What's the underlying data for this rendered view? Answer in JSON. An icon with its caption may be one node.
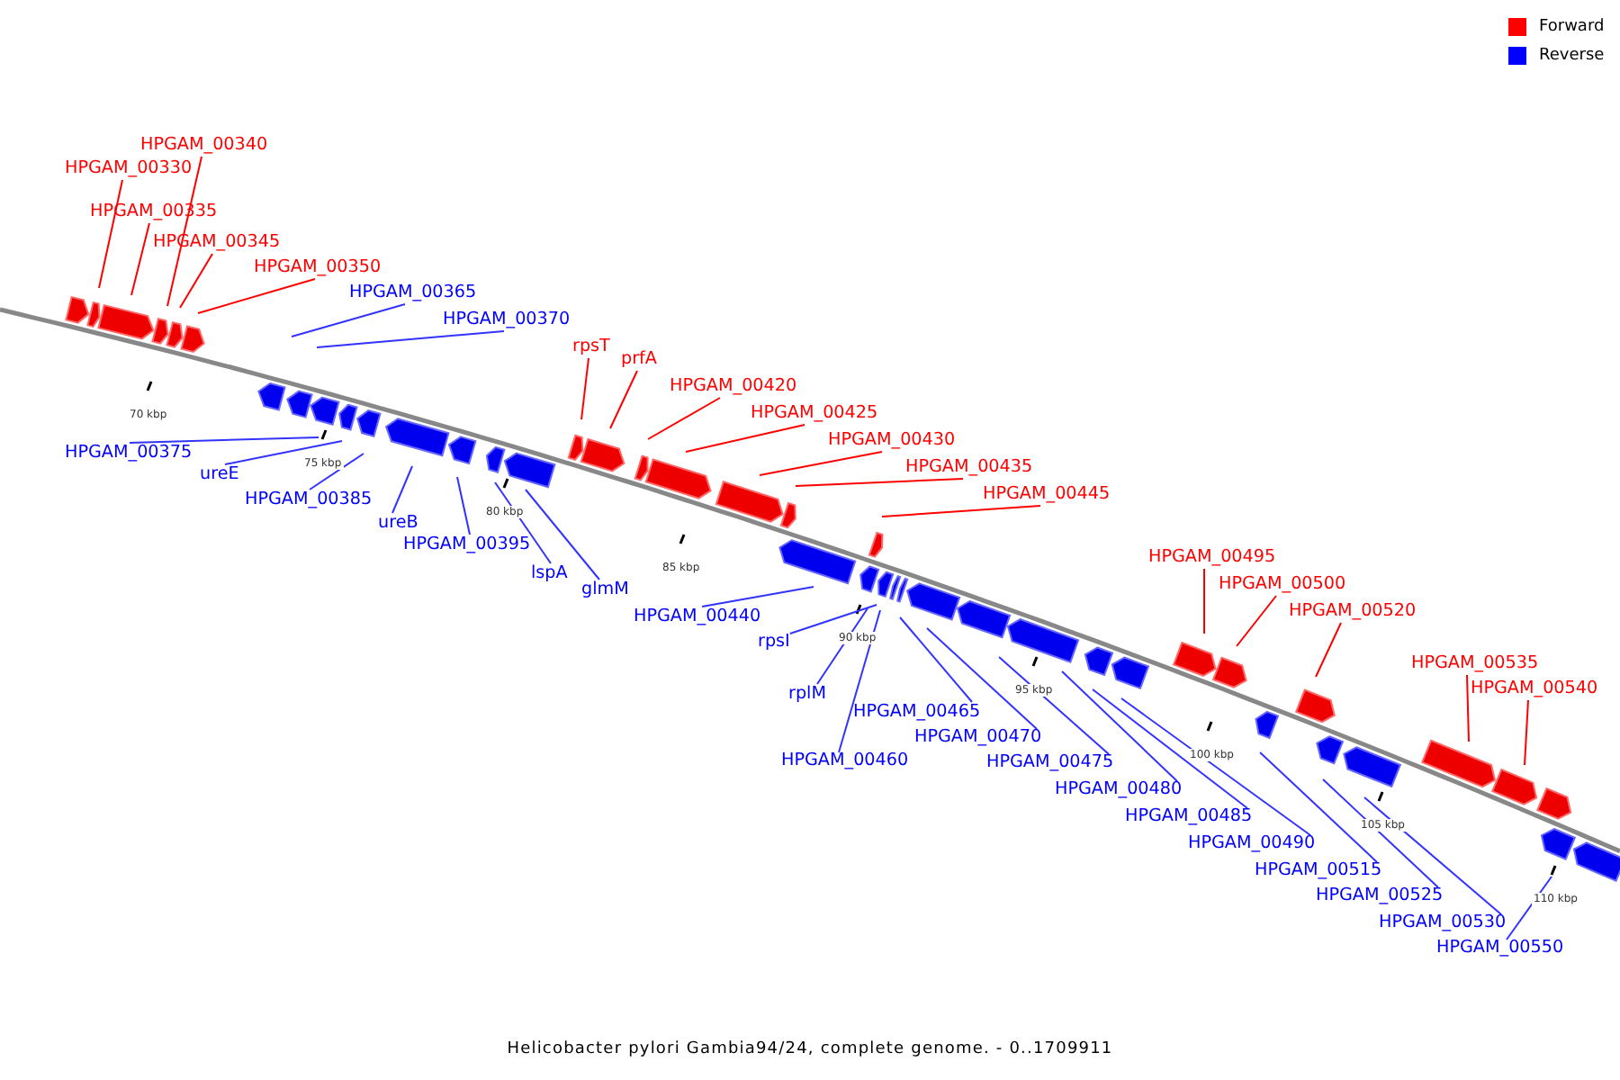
{
  "diagram": {
    "caption": "Helicobacter pylori Gambia94/24, complete genome. - 0..1709911",
    "nodes": [
      {
        "text": [
          "HPGAM_00330"
        ]
      },
      {
        "text": [
          "HPGAM_00340"
        ]
      },
      {
        "text": [
          "HPGAM_00335"
        ]
      },
      {
        "text": [
          "HPGAM_00345"
        ]
      },
      {
        "text": [
          "HPGAM_00350"
        ]
      },
      {
        "text": [
          "HPGAM_00365"
        ]
      },
      {
        "text": [
          "HPGAM_00370"
        ]
      },
      {
        "text": [
          "rpsT"
        ]
      },
      {
        "text": [
          "prfA"
        ]
      },
      {
        "text": [
          "HPGAM_00420"
        ]
      },
      {
        "text": [
          "HPGAM_00425"
        ]
      },
      {
        "text": [
          "HPGAM_00430"
        ]
      },
      {
        "text": [
          "HPGAM_00435"
        ]
      },
      {
        "text": [
          "HPGAM_00445"
        ]
      },
      {
        "text": [
          "HPGAM_00375"
        ]
      },
      {
        "text": [
          "ureE"
        ]
      },
      {
        "text": [
          "HPGAM_00385"
        ]
      },
      {
        "text": [
          "ureB"
        ]
      },
      {
        "text": [
          "HPGAM_00395"
        ]
      },
      {
        "text": [
          "lspA"
        ]
      },
      {
        "text": [
          "glmM"
        ]
      },
      {
        "text": [
          "HPGAM_00440"
        ]
      },
      {
        "text": [
          "rpsI"
        ]
      },
      {
        "text": [
          "rplM"
        ]
      },
      {
        "text": [
          "HPGAM_00465"
        ]
      },
      {
        "text": [
          "HPGAM_00460"
        ]
      },
      {
        "text": [
          "HPGAM_00470"
        ]
      },
      {
        "text": [
          "HPGAM_00475"
        ]
      },
      {
        "text": [
          "HPGAM_00480"
        ]
      },
      {
        "text": [
          "HPGAM_00485"
        ]
      },
      {
        "text": [
          "HPGAM_00490"
        ]
      },
      {
        "text": [
          "HPGAM_00515"
        ]
      },
      {
        "text": [
          "HPGAM_00525"
        ]
      },
      {
        "text": [
          "HPGAM_00530"
        ]
      },
      {
        "text": [
          "HPGAM_00550"
        ]
      },
      {
        "text": [
          "HPGAM_00495"
        ]
      },
      {
        "text": [
          "HPGAM_00500"
        ]
      },
      {
        "text": [
          "HPGAM_00520"
        ]
      },
      {
        "text": [
          "HPGAM_00535"
        ]
      },
      {
        "text": [
          "HPGAM_00540"
        ]
      }
    ],
    "edges": [
      {
        "from": 0,
        "to": null,
        "arrow": "none",
        "color": "#ff0000"
      },
      {
        "from": 1,
        "to": null,
        "arrow": "none",
        "color": "#ff0000"
      },
      {
        "from": 2,
        "to": null,
        "arrow": "none",
        "color": "#ff0000"
      },
      {
        "from": 3,
        "to": null,
        "arrow": "none",
        "color": "#ff0000"
      },
      {
        "from": 4,
        "to": null,
        "arrow": "none",
        "color": "#ff0000"
      },
      {
        "from": 5,
        "to": null,
        "arrow": "none"
      },
      {
        "from": 6,
        "to": null,
        "arrow": "none"
      },
      {
        "from": 7,
        "to": null,
        "arrow": "none",
        "color": "#ff0000"
      },
      {
        "from": 8,
        "to": null,
        "arrow": "none",
        "color": "#ff0000"
      },
      {
        "from": 9,
        "to": null,
        "arrow": "none",
        "color": "#ff0000"
      },
      {
        "from": 10,
        "to": null,
        "arrow": "none",
        "color": "#ff0000"
      },
      {
        "from": 11,
        "to": null,
        "arrow": "none",
        "color": "#ff0000"
      },
      {
        "from": 12,
        "to": null,
        "arrow": "none",
        "color": "#ff0000"
      },
      {
        "from": 13,
        "to": null,
        "arrow": "none",
        "color": "#ff0000"
      },
      {
        "from": 14,
        "to": null,
        "arrow": "none"
      },
      {
        "from": 15,
        "to": null,
        "arrow": "none"
      },
      {
        "from": 16,
        "to": null,
        "arrow": "none"
      },
      {
        "from": 17,
        "to": null,
        "arrow": "none"
      },
      {
        "from": 18,
        "to": null,
        "arrow": "none"
      },
      {
        "from": 19,
        "to": null,
        "arrow": "none"
      },
      {
        "from": 20,
        "to": null,
        "arrow": "none"
      },
      {
        "from": 21,
        "to": null,
        "arrow": "none"
      },
      {
        "from": 22,
        "to": null,
        "arrow": "none"
      },
      {
        "from": 23,
        "to": null,
        "arrow": "none"
      },
      {
        "from": 24,
        "to": null,
        "arrow": "none"
      },
      {
        "from": 25,
        "to": null,
        "arrow": "none"
      },
      {
        "from": 26,
        "to": null,
        "arrow": "none"
      },
      {
        "from": 27,
        "to": null,
        "arrow": "none"
      },
      {
        "from": 28,
        "to": null,
        "arrow": "none"
      },
      {
        "from": 29,
        "to": null,
        "arrow": "none"
      },
      {
        "from": 30,
        "to": null,
        "arrow": "none"
      },
      {
        "from": 31,
        "to": null,
        "arrow": "none"
      },
      {
        "from": 32,
        "to": null,
        "arrow": "none"
      },
      {
        "from": 33,
        "to": null,
        "arrow": "none"
      },
      {
        "from": 34,
        "to": null,
        "arrow": "none"
      },
      {
        "from": 35,
        "to": null,
        "arrow": "none",
        "color": "#ff0000"
      },
      {
        "from": 36,
        "to": null,
        "arrow": "none",
        "color": "#ff0000"
      },
      {
        "from": 37,
        "to": null,
        "arrow": "none",
        "color": "#ff0000"
      },
      {
        "from": 38,
        "to": null,
        "arrow": "none",
        "color": "#ff0000"
      },
      {
        "from": 39,
        "to": null,
        "arrow": "none",
        "color": "#ff0000"
      }
    ],
    "labels": [
      "70 kbp",
      "75 kbp",
      "80 kbp",
      "85 kbp",
      "90 kbp",
      "95 kbp",
      "100 kbp",
      "105 kbp",
      "110 kbp"
    ],
    "legend": [
      {
        "text": "Forward",
        "color": "#ff0000"
      },
      {
        "text": "Reverse",
        "color": "#0000ff"
      }
    ]
  }
}
